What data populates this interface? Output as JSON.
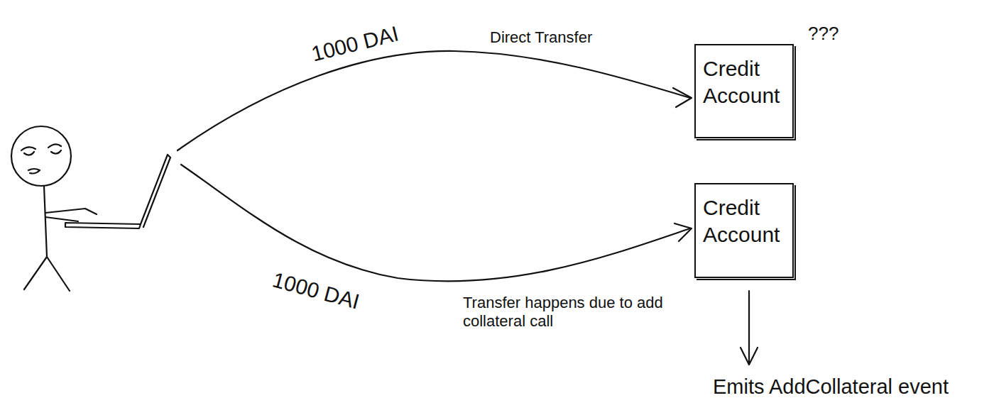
{
  "diagram": {
    "nodes": [
      {
        "text": [
          "Credit Account"
        ]
      },
      {
        "text": [
          "Credit Account"
        ]
      }
    ],
    "labels": [
      "1000 DAI",
      "Direct Transfer",
      "???",
      "1000 DAI",
      "Transfer happens due to add collateral call",
      "Emits AddCollateral event"
    ]
  }
}
